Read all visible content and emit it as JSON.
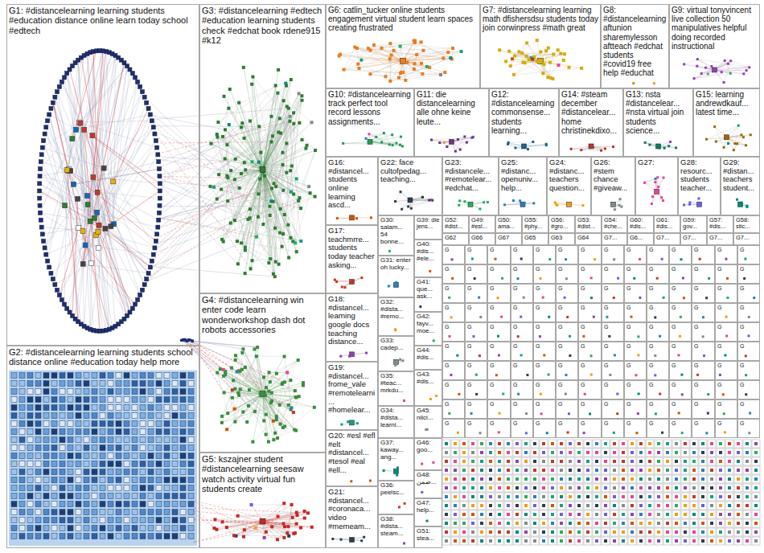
{
  "diagram": {
    "nodes": [
      {
        "text": [
          "G1: #distancelearning learning students #education distance online learn today school #edtech"
        ]
      },
      {
        "text": [
          "G2: #distancelearning learning students school distance online #education today help more"
        ]
      },
      {
        "text": [
          "G3: #distancelearning #edtech #education learning students check #edchat book rdene915 #k12"
        ]
      },
      {
        "text": [
          "G4: #distancelearning win enter code learn wonderworkshop dash dot robots accessories"
        ]
      },
      {
        "text": [
          "G5: kszajner student #distancelearning seesaw watch activity virtual fun students create"
        ]
      },
      {
        "text": [
          "G6: catlin_tucker online students engagement virtual student learn spaces creating frustrated"
        ]
      },
      {
        "text": [
          "G7: #distancelearning learning math dfishersdsu students today join corwinpress #math great"
        ]
      },
      {
        "text": [
          "G8: #distancelearning aftunion sharemylesson aftteach #edchat students #covid19 free help #educhat"
        ]
      },
      {
        "text": [
          "G9: virtual tonyvincent live collection 50 manipulatives helpful doing recorded instructional"
        ]
      },
      {
        "text": [
          "G10: #distancelearning track perfect tool record lessons assignments..."
        ]
      },
      {
        "text": [
          "G11: die distancelearning alle ohne keine leute..."
        ]
      },
      {
        "text": [
          "G12: #distancelearning commonsense... students learning..."
        ]
      },
      {
        "text": [
          "G14: #steam december #distancelear... home christinekdixo..."
        ]
      },
      {
        "text": [
          "G13: nsta #distancelear... #nsta virtual join students science..."
        ]
      },
      {
        "text": [
          "G15: learning andrewdkauf... latest time..."
        ]
      },
      {
        "text": [
          "G16: #distancel... students online learning ascd..."
        ]
      },
      {
        "text": [
          "G22: face cultofpedag... teaching..."
        ]
      },
      {
        "text": [
          "G23: #distancele... #remotelear... #edchat..."
        ]
      },
      {
        "text": [
          "G25: #distanc... openuniv... help..."
        ]
      },
      {
        "text": [
          "G24: #distanc... teachers question..."
        ]
      },
      {
        "text": [
          "G26: #stem chance #giveaw..."
        ]
      },
      {
        "text": [
          "G27:"
        ]
      },
      {
        "text": [
          "G28: resourc... students teacher..."
        ]
      },
      {
        "text": [
          "G29: #distan... teachers student..."
        ]
      },
      {
        "text": [
          "G17: teachmrre... students today teacher asking..."
        ]
      },
      {
        "text": [
          "G18: #distancel... learning google docs teaching distance..."
        ]
      },
      {
        "text": [
          "G19: #distancel... frome_vale #remotelearni... #homelear..."
        ]
      },
      {
        "text": [
          "G20: #esl #efl #elt #distancel... #tesol #eal #ell..."
        ]
      },
      {
        "text": [
          "G21: #distancel... #coronaca... video #memeam..."
        ]
      },
      {
        "text": [
          "G30: salam... 54 bonne..."
        ]
      },
      {
        "text": [
          "G31: enter oh lucky..."
        ]
      },
      {
        "text": [
          "G32: #dista... #remo..."
        ]
      },
      {
        "text": [
          "G33: cadep..."
        ]
      },
      {
        "text": [
          "G35: #teac... mrkdu..."
        ]
      },
      {
        "text": [
          "G34: #dista... learni..."
        ]
      },
      {
        "text": [
          "G37: kaway... ang..."
        ]
      },
      {
        "text": [
          "G36: peelsc..."
        ]
      },
      {
        "text": [
          "G38: #dista... steam..."
        ]
      },
      {
        "text": [
          "G39: die jens..."
        ]
      },
      {
        "text": [
          "G40: #dis... #ele..."
        ]
      },
      {
        "text": [
          "G41: que... ask..."
        ]
      },
      {
        "text": [
          "G42: fayv... moe..."
        ]
      },
      {
        "text": [
          "G44: #dis..."
        ]
      },
      {
        "text": [
          "G43: #dis..."
        ]
      },
      {
        "text": [
          "G45: nilci..."
        ]
      },
      {
        "text": [
          "G46: goo..."
        ]
      },
      {
        "text": [
          "G48: ضمن..."
        ]
      },
      {
        "text": [
          "G47: help..."
        ]
      },
      {
        "text": [
          "G51: stea..."
        ]
      },
      {
        "text": [
          "G52: #dist..."
        ]
      },
      {
        "text": [
          "G49: #esl..."
        ]
      },
      {
        "text": [
          "G50: ama..."
        ]
      },
      {
        "text": [
          "G55: #phy..."
        ]
      },
      {
        "text": [
          "G56: #gro..."
        ]
      },
      {
        "text": [
          "G53: #dist..."
        ]
      },
      {
        "text": [
          "G54: #che..."
        ]
      },
      {
        "text": [
          "G60: #dis..."
        ]
      },
      {
        "text": [
          "G61: #dis..."
        ]
      },
      {
        "text": [
          "G59: gov..."
        ]
      },
      {
        "text": [
          "G57: #dis..."
        ]
      },
      {
        "text": [
          "G58: stic..."
        ]
      },
      {
        "text": [
          "G62"
        ]
      },
      {
        "text": [
          "G66"
        ]
      },
      {
        "text": [
          "G67"
        ]
      },
      {
        "text": [
          "G65"
        ]
      },
      {
        "text": [
          "G63"
        ]
      },
      {
        "text": [
          "G64"
        ]
      },
      {
        "text": [
          "G7..."
        ]
      },
      {
        "text": [
          "G6..."
        ]
      },
      {
        "text": [
          "G7..."
        ]
      },
      {
        "text": [
          "G7..."
        ]
      },
      {
        "text": [
          "G7..."
        ]
      },
      {
        "text": [
          "G7..."
        ]
      },
      {
        "text": [
          "G"
        ]
      },
      {
        "text": [
          "G"
        ]
      },
      {
        "text": [
          "G"
        ]
      },
      {
        "text": [
          "G"
        ]
      },
      {
        "text": [
          "G"
        ]
      },
      {
        "text": [
          "G"
        ]
      },
      {
        "text": [
          "G"
        ]
      },
      {
        "text": [
          "G"
        ]
      },
      {
        "text": [
          "G"
        ]
      },
      {
        "text": [
          "G"
        ]
      },
      {
        "text": [
          "G"
        ]
      },
      {
        "text": [
          "G"
        ]
      },
      {
        "text": [
          "G"
        ]
      },
      {
        "text": [
          "G"
        ]
      },
      {
        "text": [
          "G"
        ]
      },
      {
        "text": [
          "G"
        ]
      },
      {
        "text": [
          "G"
        ]
      },
      {
        "text": [
          "G"
        ]
      },
      {
        "text": [
          "G"
        ]
      },
      {
        "text": [
          "G"
        ]
      },
      {
        "text": [
          "G"
        ]
      },
      {
        "text": [
          "G"
        ]
      },
      {
        "text": [
          "G"
        ]
      },
      {
        "text": [
          "G"
        ]
      },
      {
        "text": [
          "G"
        ]
      },
      {
        "text": [
          "G"
        ]
      },
      {
        "text": [
          "G"
        ]
      },
      {
        "text": [
          "G"
        ]
      },
      {
        "text": [
          "G"
        ]
      },
      {
        "text": [
          "G"
        ]
      },
      {
        "text": [
          "G"
        ]
      },
      {
        "text": [
          "G"
        ]
      },
      {
        "text": [
          "G"
        ]
      },
      {
        "text": [
          "G"
        ]
      },
      {
        "text": [
          "G"
        ]
      },
      {
        "text": [
          "G"
        ]
      },
      {
        "text": [
          "G"
        ]
      },
      {
        "text": [
          "G"
        ]
      },
      {
        "text": [
          "G"
        ]
      },
      {
        "text": [
          "G"
        ]
      },
      {
        "text": [
          "G"
        ]
      },
      {
        "text": [
          "G"
        ]
      },
      {
        "text": [
          "G"
        ]
      },
      {
        "text": [
          "G"
        ]
      },
      {
        "text": [
          "G"
        ]
      },
      {
        "text": [
          "G"
        ]
      },
      {
        "text": [
          "G"
        ]
      },
      {
        "text": [
          "G"
        ]
      },
      {
        "text": [
          "G"
        ]
      },
      {
        "text": [
          "G"
        ]
      },
      {
        "text": [
          "G"
        ]
      },
      {
        "text": [
          "G"
        ]
      },
      {
        "text": [
          "G"
        ]
      },
      {
        "text": [
          "G"
        ]
      },
      {
        "text": [
          "G"
        ]
      },
      {
        "text": [
          "G"
        ]
      },
      {
        "text": [
          "G"
        ]
      },
      {
        "text": [
          "G"
        ]
      },
      {
        "text": [
          "G"
        ]
      },
      {
        "text": [
          "G"
        ]
      },
      {
        "text": [
          "G"
        ]
      },
      {
        "text": [
          "G"
        ]
      },
      {
        "text": [
          "G"
        ]
      },
      {
        "text": [
          "G"
        ]
      },
      {
        "text": [
          "G"
        ]
      },
      {
        "text": [
          "G"
        ]
      },
      {
        "text": [
          "G"
        ]
      },
      {
        "text": [
          "G"
        ]
      },
      {
        "text": [
          "G"
        ]
      },
      {
        "text": [
          "G"
        ]
      },
      {
        "text": [
          "G"
        ]
      },
      {
        "text": [
          "G"
        ]
      },
      {
        "text": [
          "G"
        ]
      },
      {
        "text": [
          "G"
        ]
      },
      {
        "text": [
          "G"
        ]
      },
      {
        "text": [
          "G"
        ]
      },
      {
        "text": [
          "G"
        ]
      },
      {
        "text": [
          "G"
        ]
      },
      {
        "text": [
          "G"
        ]
      },
      {
        "text": [
          "G"
        ]
      },
      {
        "text": [
          "G"
        ]
      },
      {
        "text": [
          "G"
        ]
      },
      {
        "text": [
          "G"
        ]
      },
      {
        "text": [
          "G"
        ]
      },
      {
        "text": [
          "G"
        ]
      },
      {
        "text": [
          "G"
        ]
      },
      {
        "text": [
          "G"
        ]
      },
      {
        "text": [
          "G"
        ]
      },
      {
        "text": [
          "G"
        ]
      },
      {
        "text": [
          "G"
        ]
      },
      {
        "text": [
          "G"
        ]
      },
      {
        "text": [
          "G"
        ]
      },
      {
        "text": [
          "G"
        ]
      },
      {
        "text": [
          "G"
        ]
      },
      {
        "text": [
          "G"
        ]
      },
      {
        "text": [
          "G"
        ]
      },
      {
        "text": [
          "G"
        ]
      },
      {
        "text": [
          "G"
        ]
      },
      {
        "text": [
          "G"
        ]
      },
      {
        "text": [
          "G"
        ]
      },
      {
        "text": [
          "G"
        ]
      },
      {
        "text": [
          "G"
        ]
      },
      {
        "text": [
          "G"
        ]
      },
      {
        "text": [
          "G"
        ]
      },
      {
        "text": [
          "G"
        ]
      },
      {
        "text": [
          "G"
        ]
      },
      {
        "text": [
          "G"
        ]
      },
      {
        "text": [
          "G"
        ]
      },
      {
        "text": [
          "G"
        ]
      },
      {
        "text": [
          "G"
        ]
      },
      {
        "text": [
          "G"
        ]
      },
      {
        "text": [
          "G"
        ]
      },
      {
        "text": [
          "G"
        ]
      },
      {
        "text": [
          "G"
        ]
      },
      {
        "text": [
          "G"
        ]
      },
      {
        "text": [
          "G"
        ]
      },
      {
        "text": [
          "G"
        ]
      },
      {
        "text": [
          "G"
        ]
      },
      {
        "text": [
          "G"
        ]
      },
      {
        "text": [
          "G"
        ]
      },
      {
        "text": [
          "G"
        ]
      },
      {
        "text": [
          "G"
        ]
      },
      {
        "text": [
          "G"
        ]
      },
      {
        "text": [
          "G"
        ]
      },
      {
        "text": [
          "G"
        ]
      },
      {
        "text": [
          "G"
        ]
      },
      {
        "text": [
          "G"
        ]
      },
      {
        "text": [
          "G"
        ]
      },
      {
        "text": [
          "G"
        ]
      },
      {
        "text": [
          "G"
        ]
      },
      {
        "text": [
          "G"
        ]
      },
      {
        "text": [
          "G"
        ]
      },
      {
        "text": [
          "G"
        ]
      },
      {
        "text": [
          "G"
        ]
      },
      {
        "text": [
          "G"
        ]
      },
      {
        "text": [
          "G"
        ]
      },
      {
        "text": [
          "G"
        ]
      },
      {
        "text": [
          "G"
        ]
      },
      {
        "text": [
          "G"
        ]
      },
      {
        "text": [
          "G"
        ]
      }
    ]
  }
}
